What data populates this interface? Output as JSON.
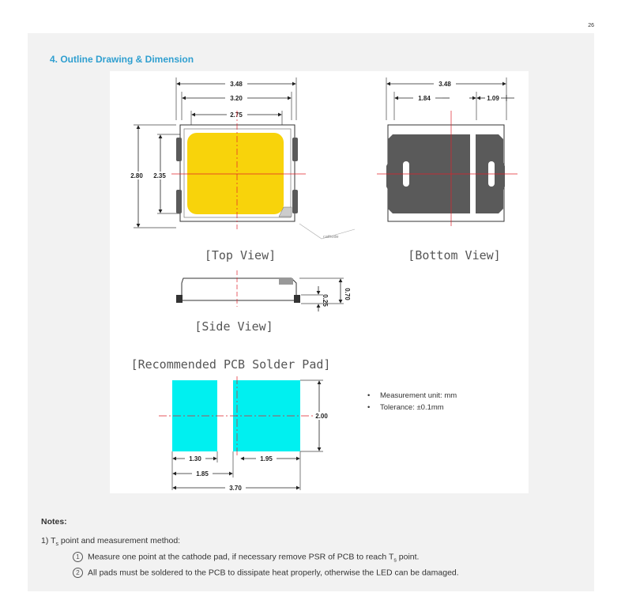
{
  "page_number": "26",
  "section_title": "4.  Outline Drawing & Dimension",
  "views": {
    "top": "[Top View]",
    "bottom": "[Bottom View]",
    "side": "[Side View]",
    "pcb": "[Recommended PCB Solder Pad]"
  },
  "labels": {
    "cathode": "cathode"
  },
  "dimensions": {
    "top_width_outer": "3.48",
    "top_width_mid": "3.20",
    "top_width_inner": "2.75",
    "top_height_outer": "2.80",
    "top_height_inner": "2.35",
    "bottom_width": "3.48",
    "bottom_left": "1.84",
    "bottom_right": "1.09",
    "side_height": "0.70",
    "side_pad": "0.25",
    "pcb_pad1": "1.30",
    "pcb_pad2": "1.95",
    "pcb_pad_height": "2.00",
    "pcb_gap": "1.85",
    "pcb_total": "3.70"
  },
  "bullets": [
    "Measurement unit: mm",
    "Tolerance:  ±0.1mm"
  ],
  "notes": {
    "title": "Notes:",
    "item1_prefix": "1)  T",
    "item1_sub": "s",
    "item1_rest": " point and measurement method:",
    "sub1_marker": "1",
    "sub1_text": "Measure one point at the cathode pad, if necessary remove PSR of PCB to reach T",
    "sub1_sub": "s",
    "sub1_end": " point.",
    "sub2_marker": "2",
    "sub2_text": "All pads must be soldered to the PCB to dissipate heat properly, otherwise the LED can be damaged."
  },
  "colors": {
    "accent": "#2f9fd0",
    "led_yellow": "#f8d30b",
    "pad_gray": "#5a5a5a",
    "pcb_cyan": "#00f0f0",
    "centerline_red": "#e0202a"
  }
}
